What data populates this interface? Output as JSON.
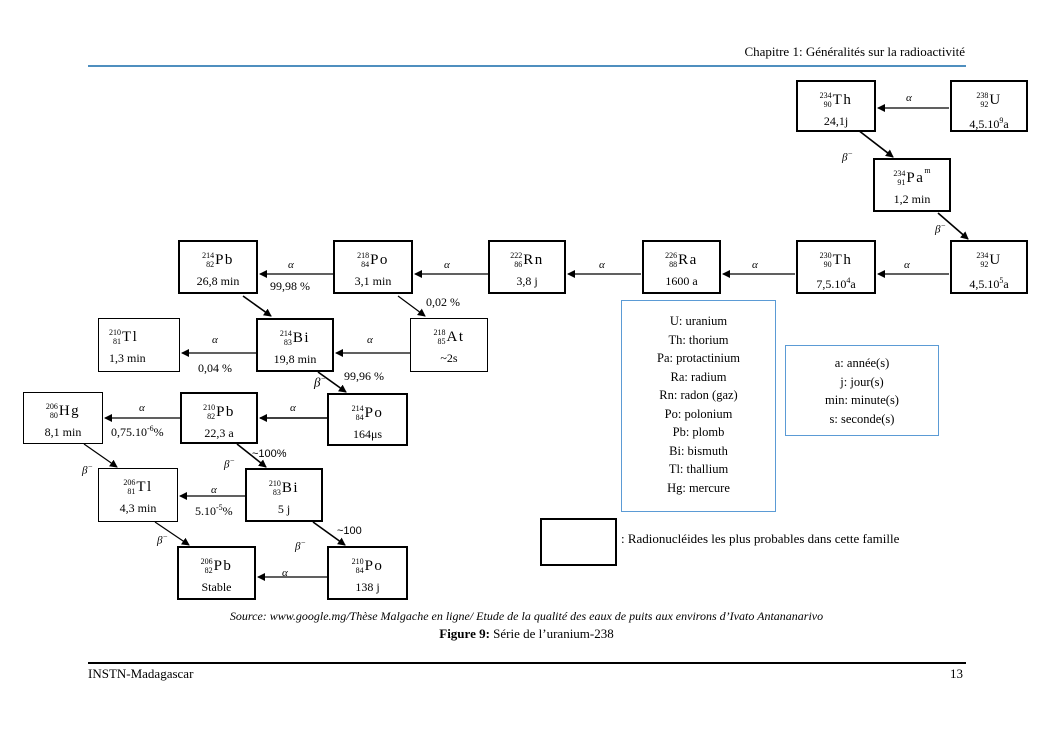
{
  "header": {
    "chapter_title": "Chapitre 1: Généralités sur la radioactivité"
  },
  "footer": {
    "institution": "INSTN-Madagascar",
    "page_number": "13"
  },
  "nodes": {
    "u238": {
      "mass": "238",
      "z": "92",
      "symbol": "U",
      "excited": "",
      "half_life": "4,5.10",
      "half_life_exp": "9",
      "half_life_unit": "a"
    },
    "th234": {
      "mass": "234",
      "z": "90",
      "symbol": "Th",
      "excited": "",
      "half_life": "24,1j",
      "half_life_exp": "",
      "half_life_unit": ""
    },
    "pa234": {
      "mass": "234",
      "z": "91",
      "symbol": "Pa",
      "excited": "m",
      "half_life": "1,2 min",
      "half_life_exp": "",
      "half_life_unit": ""
    },
    "u234": {
      "mass": "234",
      "z": "92",
      "symbol": "U",
      "excited": "",
      "half_life": "4,5.10",
      "half_life_exp": "5",
      "half_life_unit": "a"
    },
    "th230": {
      "mass": "230",
      "z": "90",
      "symbol": "Th",
      "excited": "",
      "half_life": "7,5.10",
      "half_life_exp": "4",
      "half_life_unit": "a"
    },
    "ra226": {
      "mass": "226",
      "z": "88",
      "symbol": "Ra",
      "excited": "",
      "half_life": "1600 a",
      "half_life_exp": "",
      "half_life_unit": ""
    },
    "rn222": {
      "mass": "222",
      "z": "86",
      "symbol": "Rn",
      "excited": "",
      "half_life": "3,8 j",
      "half_life_exp": "",
      "half_life_unit": ""
    },
    "po218": {
      "mass": "218",
      "z": "84",
      "symbol": "Po",
      "excited": "",
      "half_life": "3,1 min",
      "half_life_exp": "",
      "half_life_unit": ""
    },
    "pb214": {
      "mass": "214",
      "z": "82",
      "symbol": "Pb",
      "excited": "",
      "half_life": "26,8 min",
      "half_life_exp": "",
      "half_life_unit": ""
    },
    "at218": {
      "mass": "218",
      "z": "85",
      "symbol": "At",
      "excited": "",
      "half_life": "~2s",
      "half_life_exp": "",
      "half_life_unit": ""
    },
    "bi214": {
      "mass": "214",
      "z": "83",
      "symbol": "Bi",
      "excited": "",
      "half_life": "19,8 min",
      "half_life_exp": "",
      "half_life_unit": ""
    },
    "tl210": {
      "mass": "210",
      "z": "81",
      "symbol": "Tl",
      "excited": "",
      "half_life": "1,3 min",
      "half_life_exp": "",
      "half_life_unit": ""
    },
    "po214": {
      "mass": "214",
      "z": "84",
      "symbol": "Po",
      "excited": "",
      "half_life": "164μs",
      "half_life_exp": "",
      "half_life_unit": ""
    },
    "pb210": {
      "mass": "210",
      "z": "82",
      "symbol": "Pb",
      "excited": "",
      "half_life": "22,3 a",
      "half_life_exp": "",
      "half_life_unit": ""
    },
    "hg206": {
      "mass": "206",
      "z": "80",
      "symbol": "Hg",
      "excited": "",
      "half_life": "8,1 min",
      "half_life_exp": "",
      "half_life_unit": ""
    },
    "bi210": {
      "mass": "210",
      "z": "83",
      "symbol": "Bi",
      "excited": "",
      "half_life": "5 j",
      "half_life_exp": "",
      "half_life_unit": ""
    },
    "tl206": {
      "mass": "206",
      "z": "81",
      "symbol": "Tl",
      "excited": "",
      "half_life": "4,3 min",
      "half_life_exp": "",
      "half_life_unit": ""
    },
    "po210": {
      "mass": "210",
      "z": "84",
      "symbol": "Po",
      "excited": "",
      "half_life": "138 j",
      "half_life_exp": "",
      "half_life_unit": ""
    },
    "pb206": {
      "mass": "206",
      "z": "82",
      "symbol": "Pb",
      "excited": "",
      "half_life": "Stable",
      "half_life_exp": "",
      "half_life_unit": ""
    }
  },
  "decay_labels": {
    "alpha": "α",
    "beta": "β",
    "beta_sign": "−",
    "po218_pb214_pct": "99,98 %",
    "po218_at218_pct": "0,02 %",
    "bi214_tl210_pct": "0,04 %",
    "bi214_po214_pct": "99,96 %",
    "pb210_hg206_pct": "0,75.10",
    "pb210_hg206_exp": "-6",
    "pb210_hg206_unit": "%",
    "pb210_bi210_pct": "~100%",
    "bi210_tl206_pct": "5.10",
    "bi210_tl206_exp": "-5",
    "bi210_tl206_unit": "%",
    "bi210_po210_pct": "~100"
  },
  "legend_elements": [
    "U: uranium",
    "Th: thorium",
    "Pa: protactinium",
    "Ra: radium",
    "Rn: radon (gaz)",
    "Po: polonium",
    "Pb: plomb",
    "Bi: bismuth",
    "Tl: thallium",
    "Hg: mercure"
  ],
  "legend_units": [
    "a: année(s)",
    "j: jour(s)",
    "min: minute(s)",
    "s: seconde(s)"
  ],
  "key_text": ": Radionucléides les plus probables dans cette famille",
  "source_text": "Source: www.google.mg/Thèse Malgache en ligne/ Etude de la qualité des eaux de puits aux environs d’Ivato Antananarivo",
  "caption": {
    "label": "Figure 9:",
    "text": " Série de l’uranium-238"
  }
}
